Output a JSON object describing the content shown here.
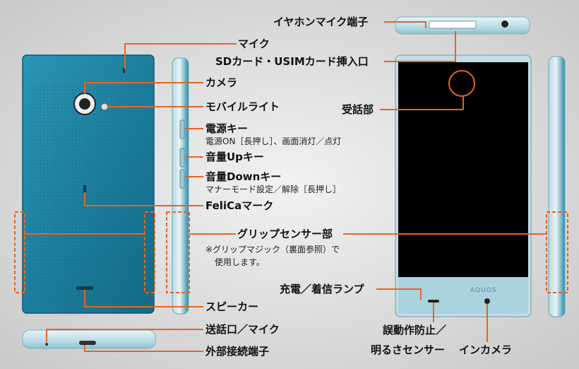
{
  "colors": {
    "accent": "#e8641e",
    "phone_body": "#1b7d9c",
    "phone_edge": "#3aa2c0",
    "screen": "#000000",
    "chin": "#a9d3de"
  },
  "brand_text": "AQUOS",
  "labels": {
    "earphone_jack": "イヤホンマイク端子",
    "mic_top": "マイク",
    "sd_slot": "SDカード・USIMカード挿入口",
    "receiver": "受話部",
    "camera": "カメラ",
    "mobile_light": "モバイルライト",
    "power_key": "電源キー",
    "power_key_note": "電源ON［長押し］、画面消灯／点灯",
    "volume_up": "音量Upキー",
    "volume_down": "音量Downキー",
    "volume_down_note": "マナーモード設定／解除［長押し］",
    "felica": "FeliCaマーク",
    "grip_sensor": "グリップセンサー部",
    "grip_note_1": "※グリップマジック（裏面参照）で",
    "grip_note_2": "使用します。",
    "charge_lamp": "充電／着信ランプ",
    "speaker": "スピーカー",
    "mic_bottom": "送話口／マイク",
    "ext_port": "外部接続端子",
    "prox_sensor_1": "誤動作防止／",
    "prox_sensor_2": "明るさセンサー",
    "in_camera": "インカメラ"
  }
}
